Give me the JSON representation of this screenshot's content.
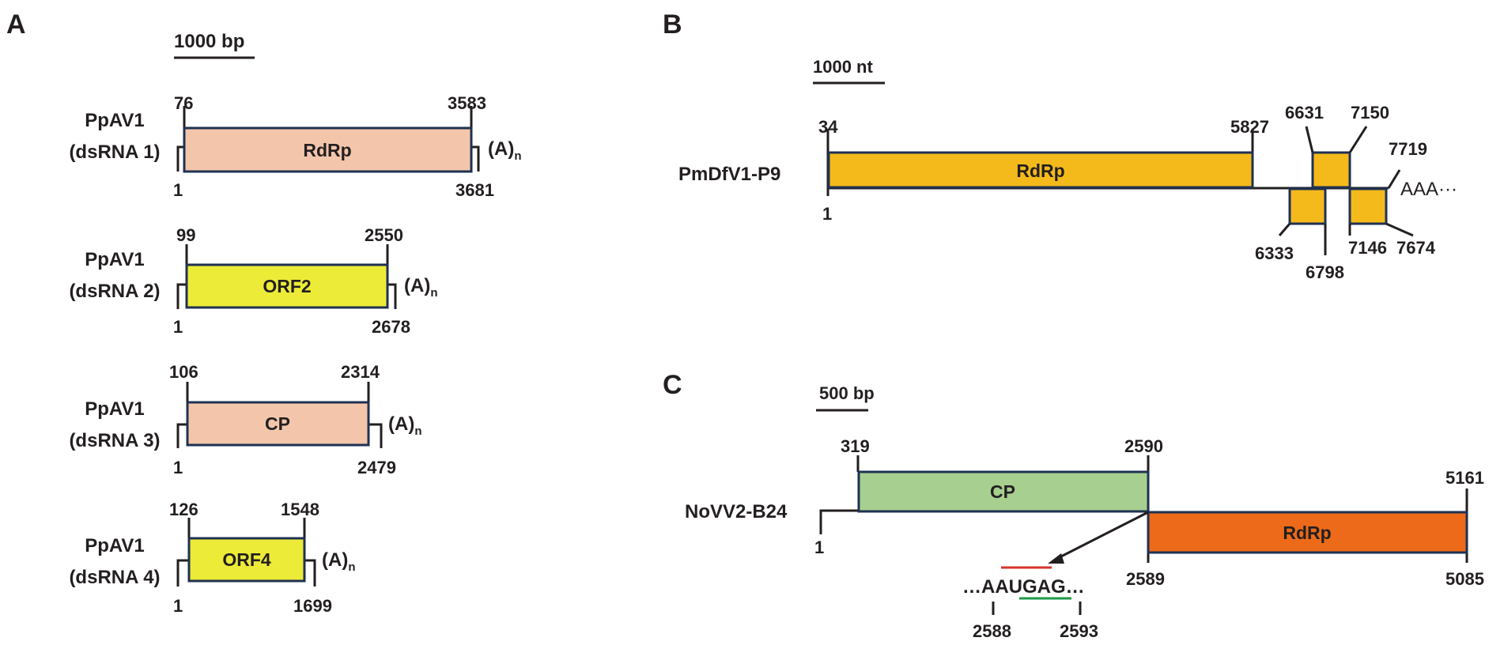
{
  "panelA": {
    "letter": "A",
    "scale": "1000 bp",
    "rows": [
      {
        "name_line1": "PpAV1",
        "name_line2": "(dsRNA 1)",
        "box_label": "RdRp",
        "start": "76",
        "end": "3583",
        "left_end": "1",
        "right_end": "3681",
        "tail": "(A)",
        "tail_sub": "n",
        "box_color": "#f3c6ab"
      },
      {
        "name_line1": "PpAV1",
        "name_line2": "(dsRNA 2)",
        "box_label": "ORF2",
        "start": "99",
        "end": "2550",
        "left_end": "1",
        "right_end": "2678",
        "tail": "(A)",
        "tail_sub": "n",
        "box_color": "#ecec38"
      },
      {
        "name_line1": "PpAV1",
        "name_line2": "(dsRNA 3)",
        "box_label": "CP",
        "start": "106",
        "end": "2314",
        "left_end": "1",
        "right_end": "2479",
        "tail": "(A)",
        "tail_sub": "n",
        "box_color": "#f3c6ab"
      },
      {
        "name_line1": "PpAV1",
        "name_line2": "(dsRNA 4)",
        "box_label": "ORF4",
        "start": "126",
        "end": "1548",
        "left_end": "1",
        "right_end": "1699",
        "tail": "(A)",
        "tail_sub": "n",
        "box_color": "#ecec38"
      }
    ]
  },
  "panelB": {
    "letter": "B",
    "scale": "1000 nt",
    "name": "PmDfV1-P9",
    "box_label": "RdRp",
    "start": "34",
    "end": "5827",
    "left_end": "1",
    "positions": {
      "p6631": "6631",
      "p7150": "7150",
      "p7719": "7719",
      "p6333": "6333",
      "p6798": "6798",
      "p7146": "7146",
      "p7674": "7674"
    },
    "tail": "AAA···",
    "box_color": "#f4ba1b"
  },
  "panelC": {
    "letter": "C",
    "scale": "500 bp",
    "name": "NoVV2-B24",
    "cp_label": "CP",
    "rdrp_label": "RdRp",
    "cp_start": "319",
    "cp_end": "2590",
    "rdrp_start": "2589",
    "rdrp_end": "5085",
    "genome_end": "5161",
    "left_end": "1",
    "sequence": "…AAUGAG…",
    "seq_start": "2588",
    "seq_end": "2593",
    "cp_color": "#a7cf8f",
    "rdrp_color": "#ec6a19",
    "stop_codon_color": "#d7332c",
    "start_codon_color": "#1e9a48"
  }
}
